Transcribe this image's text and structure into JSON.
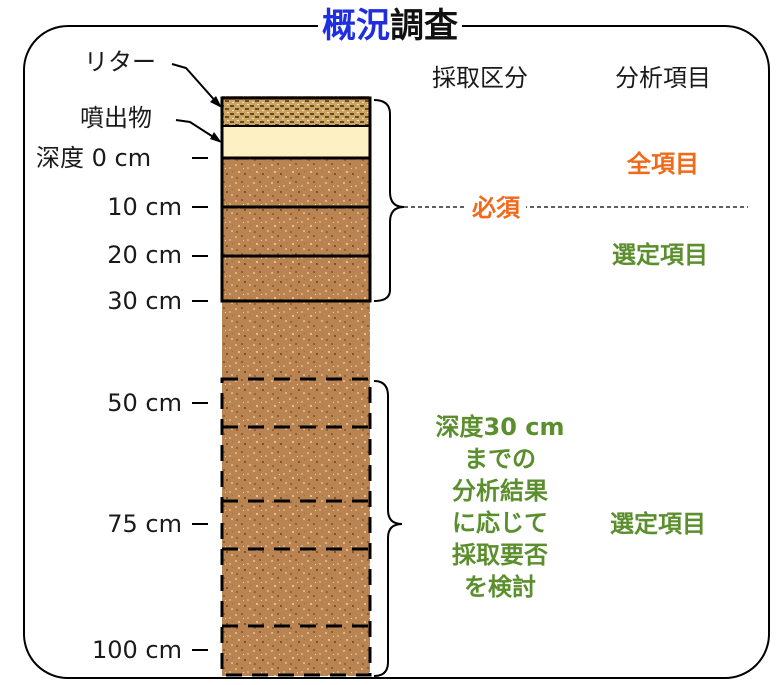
{
  "title": {
    "highlight": "概況",
    "rest": "調査"
  },
  "headers": {
    "sampling": "採取区分",
    "analysis": "分析項目"
  },
  "labels": {
    "litter": "リター",
    "ejecta": "噴出物",
    "depth0": "深度 0 cm",
    "d10": "10 cm",
    "d20": "20 cm",
    "d30": "30 cm",
    "d50": "50 cm",
    "d75": "75 cm",
    "d100": "100 cm"
  },
  "sampling": {
    "required": "必須"
  },
  "analysis": {
    "all_items": "全項目",
    "selected1": "選定項目",
    "selected2": "選定項目"
  },
  "note": [
    "深度30 cm",
    "までの",
    "分析結果",
    "に応じて",
    "採取要否",
    "を検討"
  ],
  "colors": {
    "title_blue": "#1f2ee0",
    "orange": "#f06a1a",
    "green": "#5b8f2e",
    "soil": "#b98451",
    "ejecta": "#fdf1c4",
    "litter": "#c9a05a"
  }
}
